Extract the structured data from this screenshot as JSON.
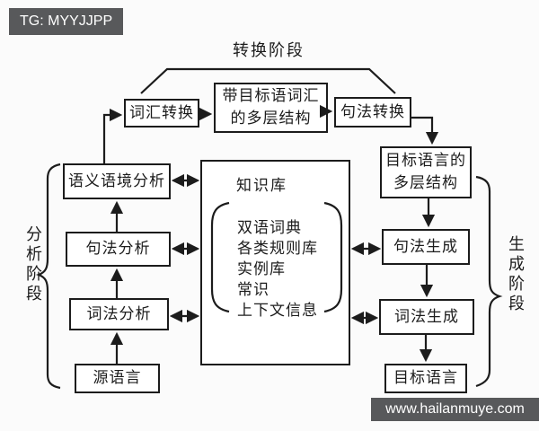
{
  "badge": {
    "label": "TG: MYYJJPP"
  },
  "watermark": {
    "label": "www.hailanmuye.com"
  },
  "colors": {
    "bar_background": "#58595b",
    "ink": "#1c1c1c",
    "paper": "#fbfbfb",
    "box_fill": "#ffffff"
  },
  "diagram": {
    "type": "machine-translation-flowchart",
    "phase_labels": {
      "top": "转换阶段",
      "left": "分析阶段",
      "right": "生成阶段"
    },
    "boxes": {
      "lexical_transfer": {
        "label": "词汇转换"
      },
      "target_lexical_multilayer": {
        "line1": "带目标语词汇",
        "line2": "的多层结构"
      },
      "syntax_transfer": {
        "label": "句法转换"
      },
      "target_multilayer": {
        "line1": "目标语言的",
        "line2": "多层结构"
      },
      "semantic_context_analysis": {
        "label": "语义语境分析"
      },
      "syntax_analysis": {
        "label": "句法分析"
      },
      "lexical_analysis": {
        "label": "词法分析"
      },
      "source_language": {
        "label": "源语言"
      },
      "syntax_generation": {
        "label": "句法生成"
      },
      "lexical_generation": {
        "label": "词法生成"
      },
      "target_language": {
        "label": "目标语言"
      },
      "knowledge_base": {
        "title": "知识库",
        "items": [
          "双语词典",
          "各类规则库",
          "实例库",
          "常识",
          "上下文信息"
        ]
      }
    }
  }
}
